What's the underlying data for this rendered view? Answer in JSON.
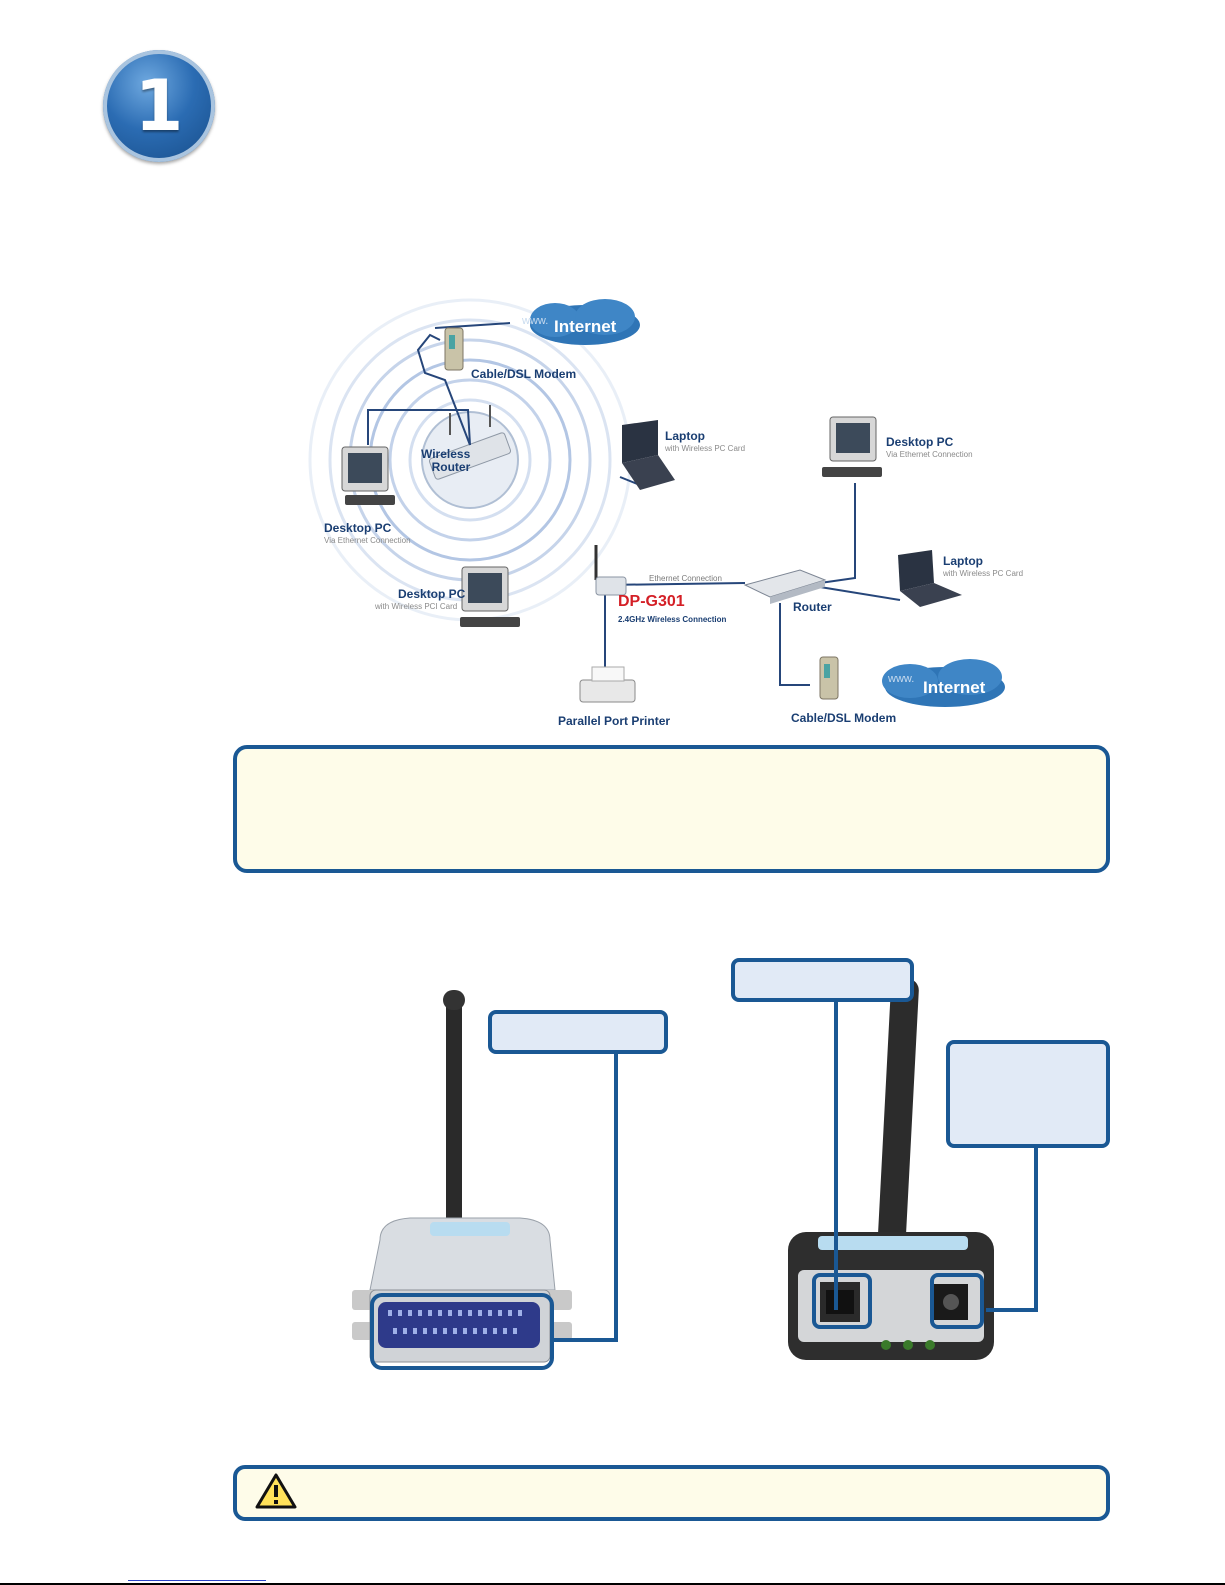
{
  "step": {
    "number": "1"
  },
  "diagram": {
    "internet_top": "Internet",
    "internet_bottom": "Internet",
    "www_top": "www.",
    "www_bottom": "www.",
    "modem_top": "Cable/DSL Modem",
    "modem_bottom": "Cable/DSL Modem",
    "wireless_router": "Wireless\nRouter",
    "laptop1": "Laptop",
    "laptop1_sub": "with Wireless PC Card",
    "desktop_left": "Desktop PC",
    "desktop_left_sub": "Via Ethernet Connection",
    "desktop_wireless": "Desktop PC",
    "desktop_wireless_sub": "with Wireless PCI Card",
    "desktop_right": "Desktop PC",
    "desktop_right_sub": "Via Ethernet Connection",
    "laptop2": "Laptop",
    "laptop2_sub": "with Wireless PC Card",
    "ethernet_connection": "Ethernet Connection",
    "router": "Router",
    "device_name": "DP-G301",
    "wireless_connection": "2.4GHz Wireless Connection",
    "printer": "Parallel Port Printer"
  }
}
